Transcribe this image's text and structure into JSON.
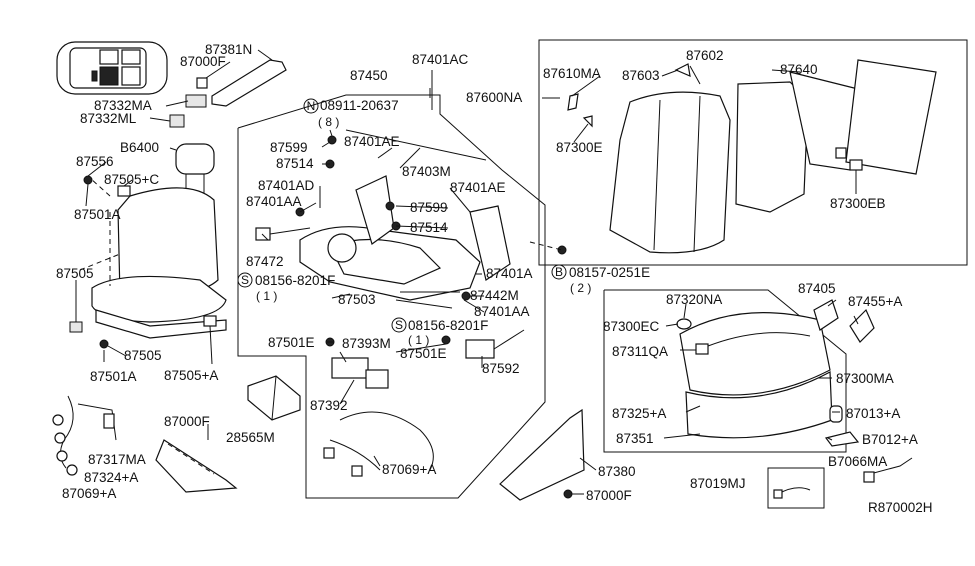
{
  "diagram_id": "R870002H",
  "labels": {
    "p87381N": "87381N",
    "p87000F_a": "87000F",
    "p87332MA": "87332MA",
    "p87332ML": "87332ML",
    "pB6400": "B6400",
    "p87556": "87556",
    "p87505C": "87505+C",
    "p87501A_a": "87501A",
    "p87505_a": "87505",
    "p87505_b": "87505",
    "p87501A_b": "87501A",
    "p87505A": "87505+A",
    "p87317MA": "87317MA",
    "p87069A_a": "87069+A",
    "p87000F_b": "87000F",
    "p87324A": "87324+A",
    "p28565M": "28565M",
    "p87401AC": "87401AC",
    "p87450": "87450",
    "n08911": "08911-20637",
    "n08911_qty": "( 8 )",
    "p87599_a": "87599",
    "p87514_a": "87514",
    "p87401AE_a": "87401AE",
    "p87403M": "87403M",
    "p87401AD": "87401AD",
    "p87401AA_a": "87401AA",
    "p87401AE_b": "87401AE",
    "p87599_b": "87599",
    "p87514_b": "87514",
    "p87472": "87472",
    "s08156_a": "08156-8201F",
    "s08156_a_qty": "( 1 )",
    "p87503": "87503",
    "p87401A": "87401A",
    "b08157": "08157-0251E",
    "b08157_qty": "( 2 )",
    "p87442M": "87442M",
    "p87401AA_b": "87401AA",
    "s08156_b": "08156-8201F",
    "s08156_b_qty": "( 1 )",
    "p87501E_a": "87501E",
    "p87393M": "87393M",
    "p87501E_b": "87501E",
    "p87592": "87592",
    "p87392": "87392",
    "p87069A_b": "87069+A",
    "p87600NA": "87600NA",
    "p87610MA": "87610MA",
    "p87603": "87603",
    "p87602": "87602",
    "p87640": "87640",
    "p87300E": "87300E",
    "p87300EB": "87300EB",
    "p87320NA": "87320NA",
    "p87300EC": "87300EC",
    "p87311QA": "87311QA",
    "p87405": "87405",
    "p87455A": "87455+A",
    "p87300MA": "87300MA",
    "p87013A": "87013+A",
    "p87325A": "87325+A",
    "p87012A": "B7012+A",
    "p87351": "87351",
    "p87066MA": "B7066MA",
    "p87380": "87380",
    "p87000F_c": "87000F",
    "p87019MJ": "87019MJ"
  },
  "markers": {
    "N": "N",
    "S": "S",
    "B": "B"
  }
}
